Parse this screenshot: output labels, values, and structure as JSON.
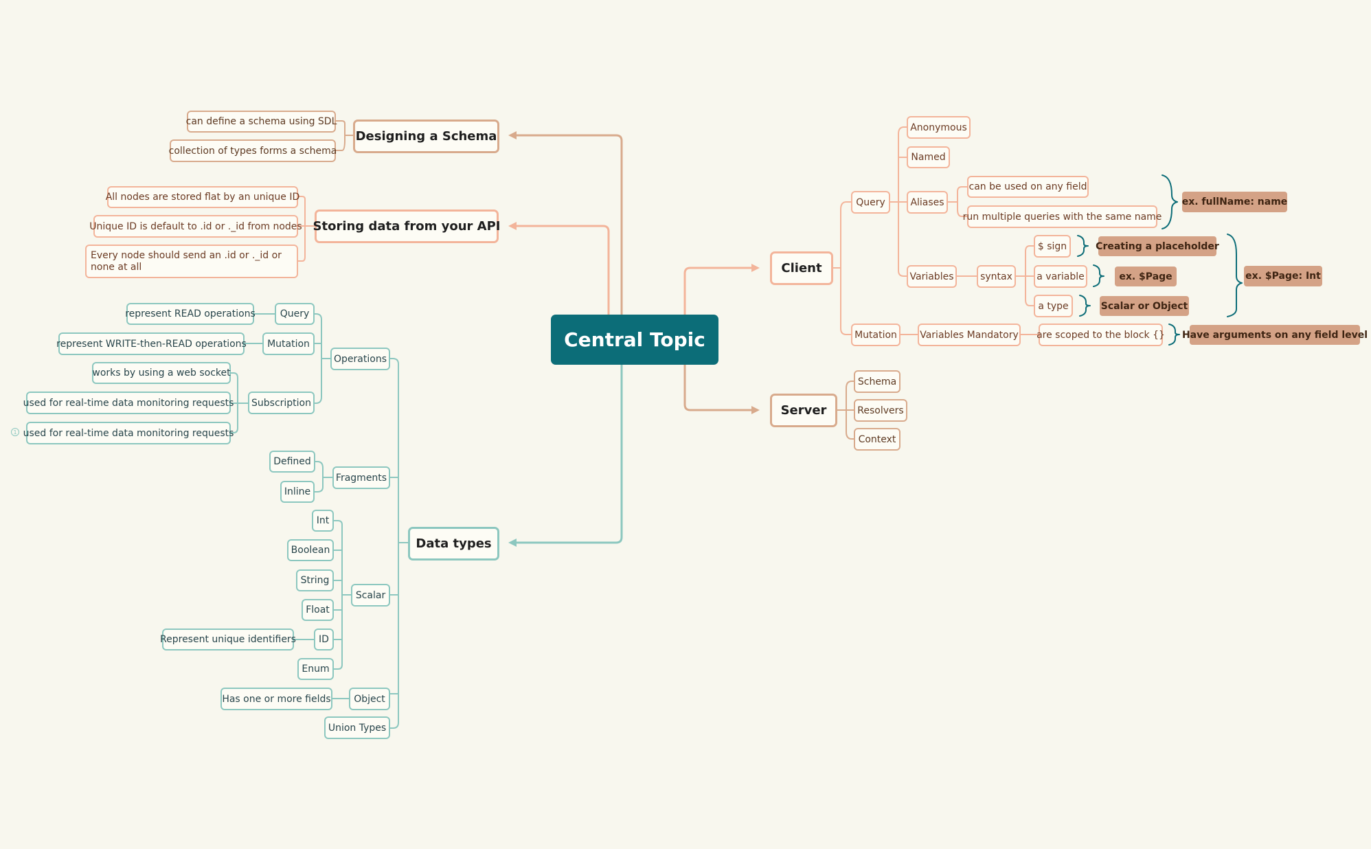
{
  "central": "Central Topic",
  "left": {
    "designing": {
      "label": "Designing a Schema",
      "children": [
        "can define a schema using SDL",
        "collection of types forms a schema"
      ]
    },
    "storing": {
      "label": "Storing data from your API",
      "children": [
        "All nodes are stored flat by an unique ID",
        "Unique ID is default to .id or ._id from nodes",
        "Every node should send an .id or ._id or none at all"
      ]
    },
    "datatypes": {
      "label": "Data types",
      "operations": {
        "label": "Operations",
        "query": "Query",
        "query_note": "represent READ operations",
        "mutation": "Mutation",
        "mutation_note": "represent WRITE-then-READ operations",
        "subscription": "Subscription",
        "sub_notes": [
          "works by using a web socket",
          "used for real-time data monitoring requests",
          "used for real-time data monitoring requests"
        ],
        "marker": "1"
      },
      "fragments": {
        "label": "Fragments",
        "children": [
          "Defined",
          "Inline"
        ]
      },
      "scalar": {
        "label": "Scalar",
        "children": [
          "Int",
          "Boolean",
          "String",
          "Float",
          "ID",
          "Enum"
        ],
        "id_note": "Represent unique identifiers"
      },
      "object": {
        "label": "Object",
        "note": "Has one or more fields"
      },
      "union": "Union Types"
    }
  },
  "right": {
    "client": {
      "label": "Client",
      "query": {
        "label": "Query",
        "anonymous": "Anonymous",
        "named": "Named",
        "aliases": "Aliases",
        "alias_notes": [
          "can be used on any field",
          "run multiple queries with the same name"
        ],
        "alias_summary": "ex. fullName: name",
        "variables": "Variables",
        "syntax": "syntax",
        "syntax_items": [
          "$ sign",
          "a variable",
          "a type"
        ],
        "syntax_summaries": [
          "Creating a placeholder",
          "ex. $Page",
          "Scalar or Object"
        ],
        "syntax_summary_all": "ex. $Page: Int"
      },
      "mutation": {
        "label": "Mutation",
        "vars": "Variables Mandatory",
        "scoped": "are scoped to the block {}",
        "summary": "Have arguments on any field level"
      }
    },
    "server": {
      "label": "Server",
      "children": [
        "Schema",
        "Resolvers",
        "Context"
      ]
    }
  },
  "colors": {
    "central": "#0c6d78",
    "orange": "#f3b49a",
    "brown": "#d8aa8c",
    "teal": "#8cc7bf",
    "summary": "#d4a286",
    "bracket": "#0c6d78",
    "background": "#f8f7ee"
  }
}
